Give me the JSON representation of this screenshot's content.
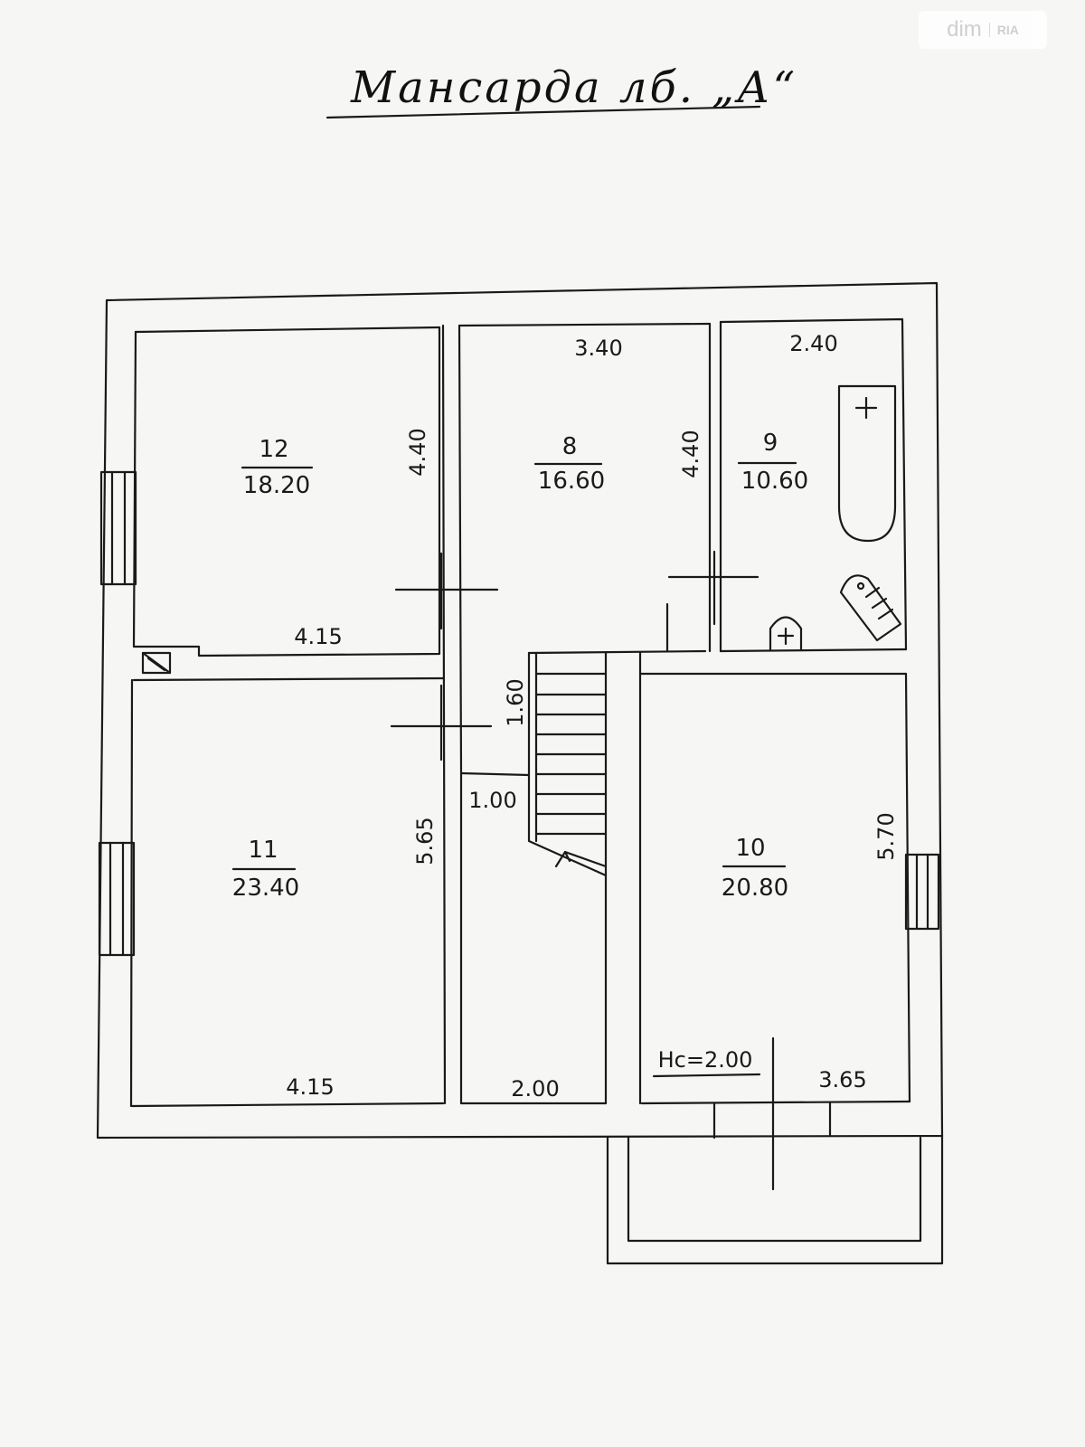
{
  "title": "Мансарда лб. „А“",
  "watermark": {
    "brand": "dim",
    "sub": "RIA"
  },
  "rooms": [
    {
      "num": "12",
      "area": "18.20"
    },
    {
      "num": "8",
      "area": "16.60"
    },
    {
      "num": "9",
      "area": "10.60"
    },
    {
      "num": "11",
      "area": "23.40"
    },
    {
      "num": "10",
      "area": "20.80"
    }
  ],
  "dimensions": {
    "r12_width": "4.15",
    "r12_height": "4.40",
    "r8_width": "3.40",
    "r8_height": "4.40",
    "r9_width": "2.40",
    "r11_width": "4.15",
    "r11_height": "5.65",
    "hall_width": "2.00",
    "stair_length": "1.60",
    "stair_width": "1.00",
    "r10_width": "3.65",
    "r10_height": "5.70"
  },
  "ceiling_height": "Hc=2.00",
  "colors": {
    "ink": "#1a1a1a",
    "paper": "#f6f6f4"
  }
}
